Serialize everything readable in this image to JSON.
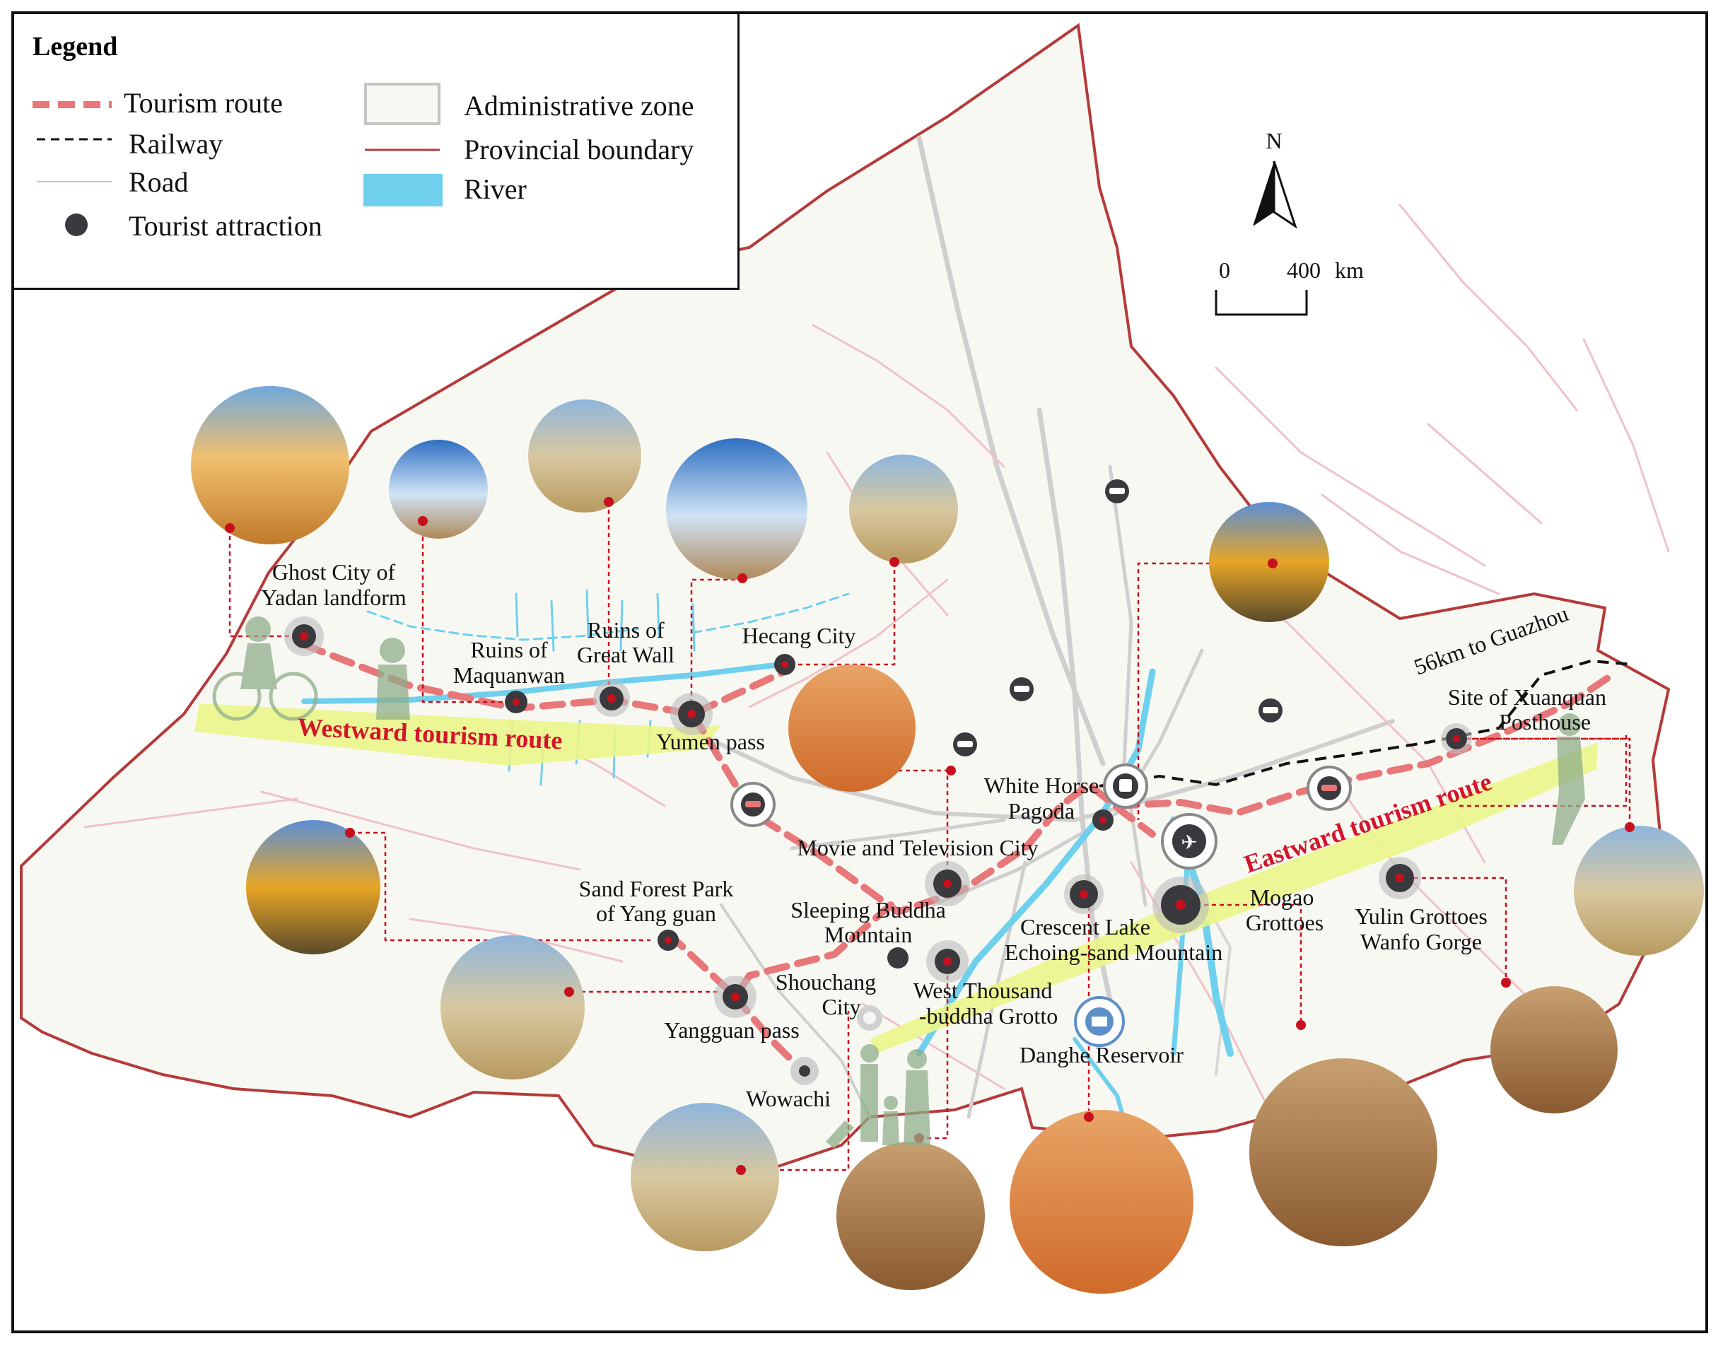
{
  "legend": {
    "title": "Legend",
    "items": {
      "tourism_route": "Tourism route",
      "railway": "Railway",
      "road": "Road",
      "tourist_attraction": "Tourist attraction",
      "administrative_zone": "Administrative zone",
      "provincial_boundary": "Provincial boundary",
      "river": "River"
    }
  },
  "north_arrow": {
    "label": "N"
  },
  "scale_bar": {
    "start": "0",
    "end": "400",
    "unit": "km"
  },
  "routes": {
    "westward": "Westward tourism route",
    "eastward": "Eastward tourism route",
    "guazhou_note": "56km to Guazhou"
  },
  "attractions": {
    "ghost_city": [
      "Ghost City of",
      "Yadan landform"
    ],
    "maquanwan": [
      "Ruins of",
      "Maquanwan"
    ],
    "great_wall": [
      "Ruins of",
      "Great Wall"
    ],
    "hecang": [
      "Hecang City"
    ],
    "yumen": [
      "Yumen pass"
    ],
    "white_horse": [
      "White Horse",
      "Pagoda"
    ],
    "movie_city": [
      "Movie and Television City"
    ],
    "sleeping_buddha": [
      "Sleeping Buddha",
      "Mountain"
    ],
    "crescent_lake": [
      "Crescent Lake",
      "Echoing-sand Mountain"
    ],
    "mogao": [
      "Mogao",
      "Grottoes"
    ],
    "yulin": [
      "Yulin Grottoes",
      "Wanfo Gorge"
    ],
    "xuanquan": [
      "Site of Xuanquan",
      "Posthouse"
    ],
    "sand_forest": [
      "Sand Forest Park",
      "of Yang guan"
    ],
    "shouchang": [
      "Shouchang",
      "City"
    ],
    "west_thousand": [
      "West Thousand",
      "-buddha Grotto"
    ],
    "yangguan": [
      "Yangguan pass"
    ],
    "wowachi": [
      "Wowachi"
    ],
    "danghe": [
      "Danghe Reservoir"
    ]
  },
  "colors": {
    "tourism_route": "#e8777a",
    "route_band": "#eaf58a",
    "route_label": "#d4142a",
    "zone_fill": "#f8f8f3",
    "provincial_boundary": "#b53a3a",
    "river": "#6fd0ee",
    "road_major": "#c9c9c9",
    "road_minor": "#f0c2c8",
    "attraction": "#3a3a3e",
    "leader": "#c8101c"
  }
}
